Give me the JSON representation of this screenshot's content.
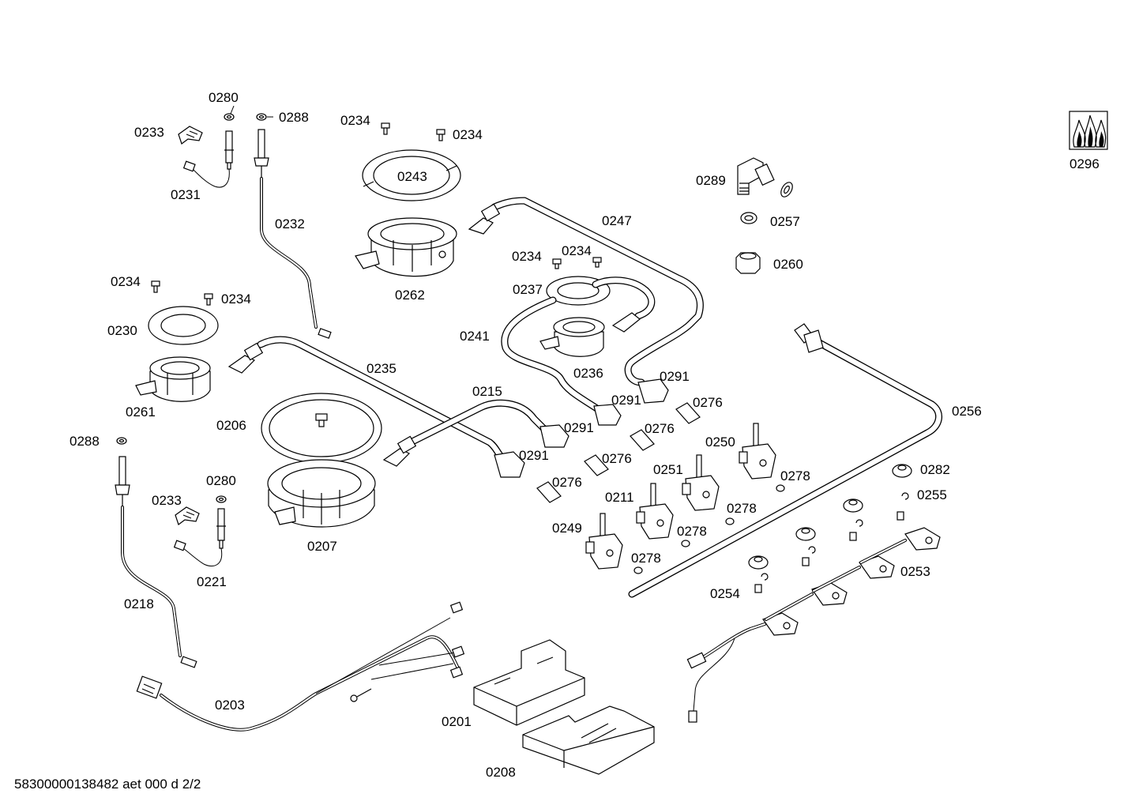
{
  "drawing": {
    "footer_text": "58300000138482 aet 000 d 2/2",
    "symbol_label": "0296",
    "parts": [
      {
        "id": "0280",
        "label": "0280"
      },
      {
        "id": "0288a",
        "label": "0288"
      },
      {
        "id": "0233a",
        "label": "0233"
      },
      {
        "id": "0231",
        "label": "0231"
      },
      {
        "id": "0232",
        "label": "0232"
      },
      {
        "id": "0234a",
        "label": "0234"
      },
      {
        "id": "0234b",
        "label": "0234"
      },
      {
        "id": "0243",
        "label": "0243"
      },
      {
        "id": "0262",
        "label": "0262"
      },
      {
        "id": "0247",
        "label": "0247"
      },
      {
        "id": "0289",
        "label": "0289"
      },
      {
        "id": "0257",
        "label": "0257"
      },
      {
        "id": "0260",
        "label": "0260"
      },
      {
        "id": "0234c",
        "label": "0234"
      },
      {
        "id": "0234d",
        "label": "0234"
      },
      {
        "id": "0237",
        "label": "0237"
      },
      {
        "id": "0241",
        "label": "0241"
      },
      {
        "id": "0236",
        "label": "0236"
      },
      {
        "id": "0291a",
        "label": "0291"
      },
      {
        "id": "0291b",
        "label": "0291"
      },
      {
        "id": "0276a",
        "label": "0276"
      },
      {
        "id": "0234e",
        "label": "0234"
      },
      {
        "id": "0234f",
        "label": "0234"
      },
      {
        "id": "0230",
        "label": "0230"
      },
      {
        "id": "0235",
        "label": "0235"
      },
      {
        "id": "0261",
        "label": "0261"
      },
      {
        "id": "0215",
        "label": "0215"
      },
      {
        "id": "0206",
        "label": "0206"
      },
      {
        "id": "0291c",
        "label": "0291"
      },
      {
        "id": "0276b",
        "label": "0276"
      },
      {
        "id": "0250",
        "label": "0250"
      },
      {
        "id": "0256",
        "label": "0256"
      },
      {
        "id": "0288b",
        "label": "0288"
      },
      {
        "id": "0291d",
        "label": "0291"
      },
      {
        "id": "0276c",
        "label": "0276"
      },
      {
        "id": "0251",
        "label": "0251"
      },
      {
        "id": "0278a",
        "label": "0278"
      },
      {
        "id": "0282",
        "label": "0282"
      },
      {
        "id": "0280b",
        "label": "0280"
      },
      {
        "id": "0276d",
        "label": "0276"
      },
      {
        "id": "0255",
        "label": "0255"
      },
      {
        "id": "0233b",
        "label": "0233"
      },
      {
        "id": "0211",
        "label": "0211"
      },
      {
        "id": "0278b",
        "label": "0278"
      },
      {
        "id": "0249",
        "label": "0249"
      },
      {
        "id": "0278c",
        "label": "0278"
      },
      {
        "id": "0207",
        "label": "0207"
      },
      {
        "id": "0221",
        "label": "0221"
      },
      {
        "id": "0278d",
        "label": "0278"
      },
      {
        "id": "0253",
        "label": "0253"
      },
      {
        "id": "0254",
        "label": "0254"
      },
      {
        "id": "0218",
        "label": "0218"
      },
      {
        "id": "0203",
        "label": "0203"
      },
      {
        "id": "0201",
        "label": "0201"
      },
      {
        "id": "0208",
        "label": "0208"
      }
    ]
  }
}
